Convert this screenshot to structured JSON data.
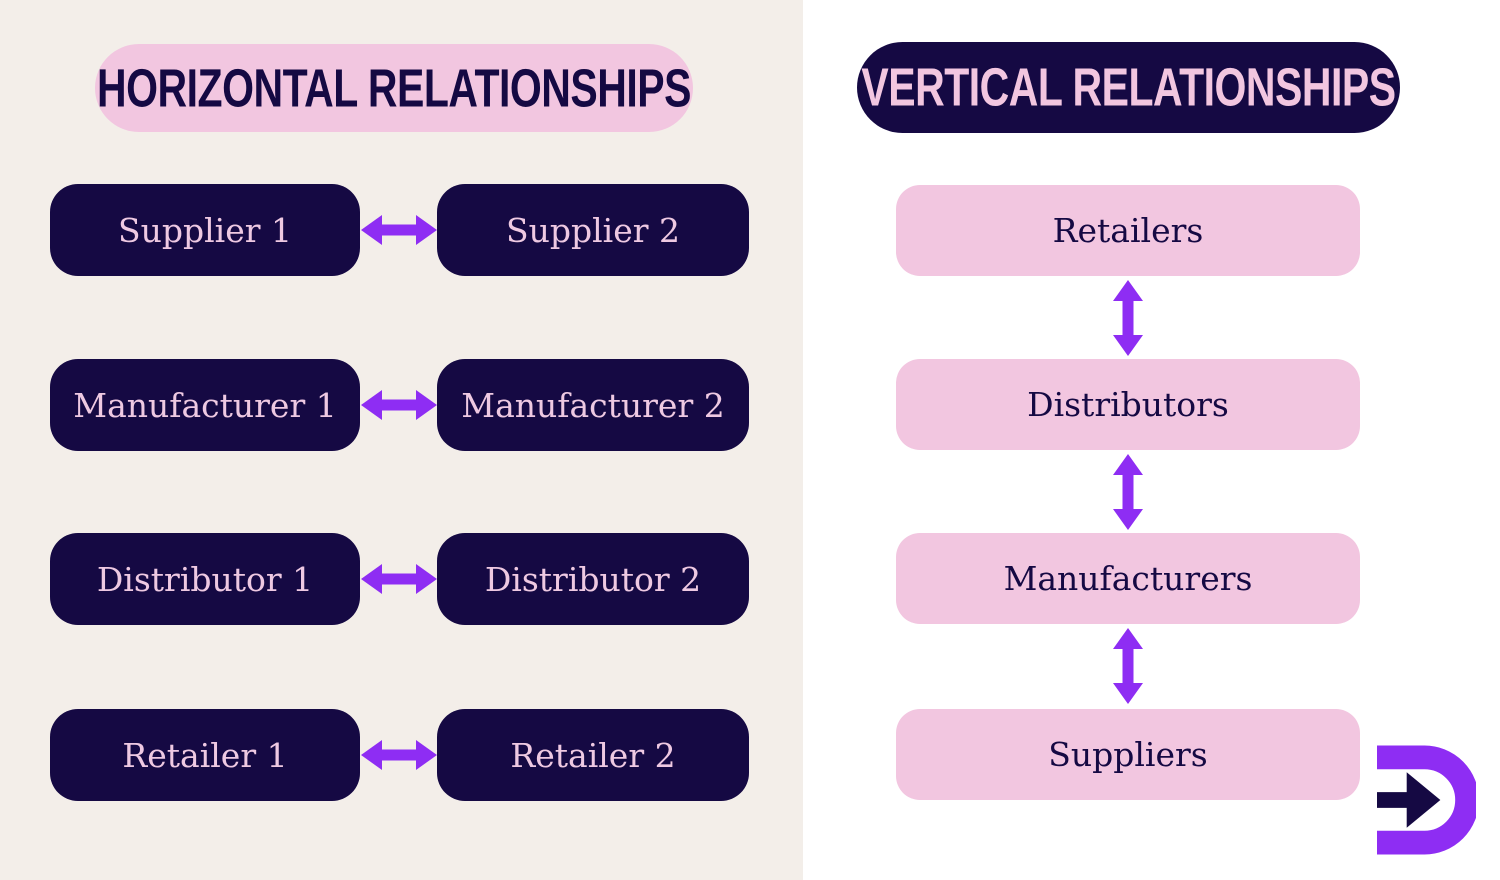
{
  "colors": {
    "navy": "#150943",
    "pink": "#f2c6e0",
    "purple": "#8e2df3",
    "beige": "#f3eee9",
    "white": "#ffffff",
    "box_text_pink": "#eec9e2"
  },
  "left_panel": {
    "title": "HORIZONTAL RELATIONSHIPS",
    "rows": [
      {
        "left": "Supplier 1",
        "right": "Supplier 2"
      },
      {
        "left": "Manufacturer 1",
        "right": "Manufacturer 2"
      },
      {
        "left": "Distributor 1",
        "right": "Distributor 2"
      },
      {
        "left": "Retailer 1",
        "right": "Retailer 2"
      }
    ]
  },
  "right_panel": {
    "title": "VERTICAL RELATIONSHIPS",
    "levels": [
      "Retailers",
      "Distributors",
      "Manufacturers",
      "Suppliers"
    ]
  },
  "icons": {
    "pair_connector": "double-headed-horizontal-arrow",
    "level_connector": "double-headed-vertical-arrow",
    "corner_logo": "arrow-right-in-d-shape"
  }
}
